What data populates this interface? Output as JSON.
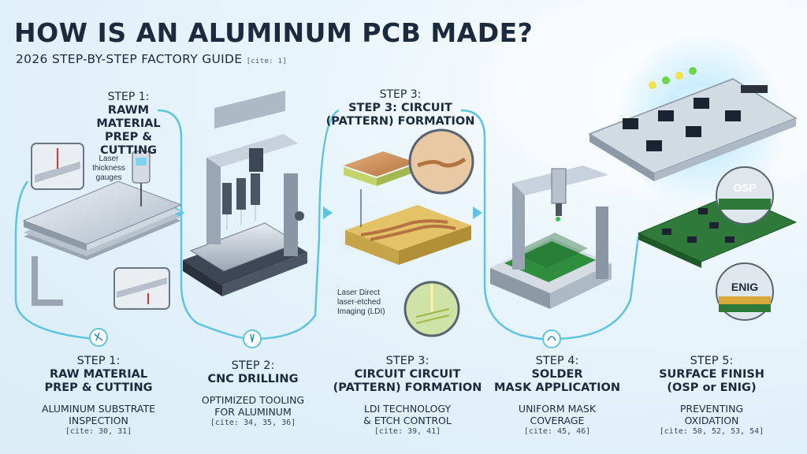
{
  "header": {
    "title": "HOW IS AN ALUMINUM PCB MADE?",
    "subtitle": "2026 STEP-BY-STEP FACTORY GUIDE",
    "subtitle_cite": "[cite: 1]"
  },
  "upper_labels": {
    "step1_label": "STEP 1:",
    "step1_title_a": "RAWM MATERIAL",
    "step1_title_b": "PREP & CUTTING",
    "step3_label": "STEP 3:",
    "step3_title_a": "STEP 3: CIRCUIT",
    "step3_title_b": "(PATTERN) FORMATION"
  },
  "annotations": {
    "laser_gauges": "Laser\nthickness\ngauges",
    "ldi_a": "Laser Direct",
    "ldi_b": "laser-etched",
    "ldi_c": "Imaging (LDI)",
    "osp": "OSP",
    "enig": "ENIG"
  },
  "steps": [
    {
      "label": "STEP 1:",
      "title": "RAW MATERIAL\nPREP & CUTTING",
      "desc": "ALUMINUM SUBSTRATE\nINSPECTION",
      "cite": "[cite: 30, 31]"
    },
    {
      "label": "STEP 2:",
      "title": "CNC DRILLING",
      "desc": "OPTIMIZED TOOLING\nFOR ALUMINUM",
      "cite": "[cite: 34, 35, 36]"
    },
    {
      "label": "STEP 3:",
      "title": "CIRCUIT CIRCUIT\n(PATTERN) FORMATION",
      "desc": "LDI TECHNOLOGY\n& ETCH CONTROL",
      "cite": "[cite: 39, 41]"
    },
    {
      "label": "STEP 4:",
      "title": "SOLDER\nMASK APPLICATION",
      "desc": "UNIFORM MASK\nCOVERAGE",
      "cite": "[cite: 45, 46]"
    },
    {
      "label": "STEP 5:",
      "title": "SURFACE FINISH\n(OSP or ENIG)",
      "desc": "PREVENTING\nOXIDATION",
      "cite": "[cite: 50, 52, 53, 54]"
    }
  ],
  "colors": {
    "navy": "#1b2a3d",
    "flow": "#5ec4e0",
    "aluminum": "#c9d2dc",
    "copper": "#c98b55",
    "pcb_green": "#2f7a3b",
    "gold": "#d8a93a"
  }
}
